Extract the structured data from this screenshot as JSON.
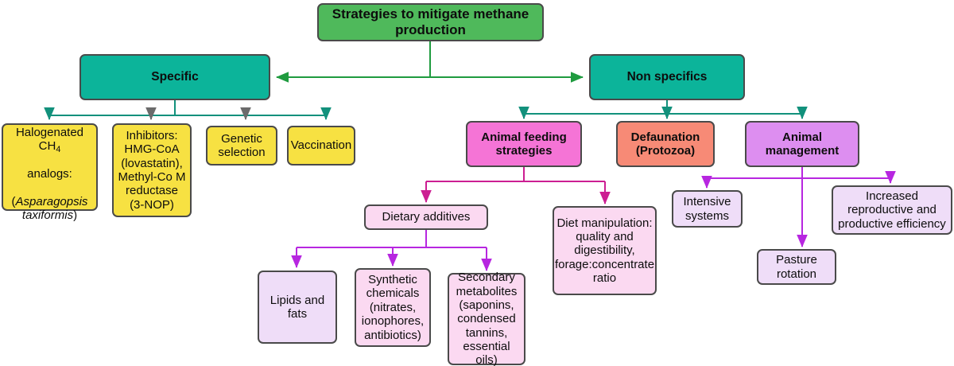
{
  "diagram": {
    "title": "Strategies to mitigate methane production",
    "type": "flowchart",
    "colors": {
      "root_green": "#4fb95b",
      "branch_teal": "#0cb49a",
      "specific_yellow": "#f7e142",
      "feeding_magenta": "#f574d6",
      "defaunation_salmon": "#f78a76",
      "management_orchid": "#dd8ef0",
      "leaf_pink": "#fbd9f1",
      "leaf_lilac": "#efddf8",
      "edge_green": "#1f9b3f",
      "edge_teal": "#12917c",
      "edge_magenta": "#cc1e92",
      "edge_purple": "#b726e0",
      "node_border": "#4a4a4a"
    }
  },
  "nodes": {
    "root": {
      "label": "Strategies to mitigate methane production"
    },
    "specific": {
      "label": "Specific"
    },
    "non_specifics": {
      "label": "Non specifics"
    },
    "halogenated": {
      "line1": "Halogenated CH",
      "sub1": "4",
      "line2": "analogs:",
      "line3_paren_open": "(",
      "line3_italic": "Asparagopsis taxiformis",
      "line3_paren_close": ")"
    },
    "inhibitors": {
      "label": "Inhibitors:\nHMG-CoA\n(lovastatin),\nMethyl-Co M\nreductase\n(3-NOP)"
    },
    "genetic_selection": {
      "label": "Genetic\nselection"
    },
    "vaccination": {
      "label": "Vaccination"
    },
    "animal_feeding": {
      "label": "Animal feeding\nstrategies"
    },
    "defaunation": {
      "label": "Defaunation\n(Protozoa)"
    },
    "animal_management": {
      "label": "Animal\nmanagement"
    },
    "dietary_additives": {
      "label": "Dietary additives"
    },
    "diet_manipulation": {
      "label": "Diet manipulation:\nquality and\ndigestibility,\nforage:concentrate\nratio"
    },
    "lipids_fats": {
      "label": "Lipids and\nfats"
    },
    "synthetic_chemicals": {
      "label": "Synthetic\nchemicals\n(nitrates,\nionophores,\nantibiotics)"
    },
    "secondary_metabolites": {
      "label": "Secondary\nmetabolites\n(saponins,\ncondensed\ntannins,\nessential oils)"
    },
    "intensive_systems": {
      "label": "Intensive\nsystems"
    },
    "pasture_rotation": {
      "label": "Pasture\nrotation"
    },
    "increased_efficiency": {
      "label": "Increased\nreproductive and\nproductive efficiency"
    }
  }
}
